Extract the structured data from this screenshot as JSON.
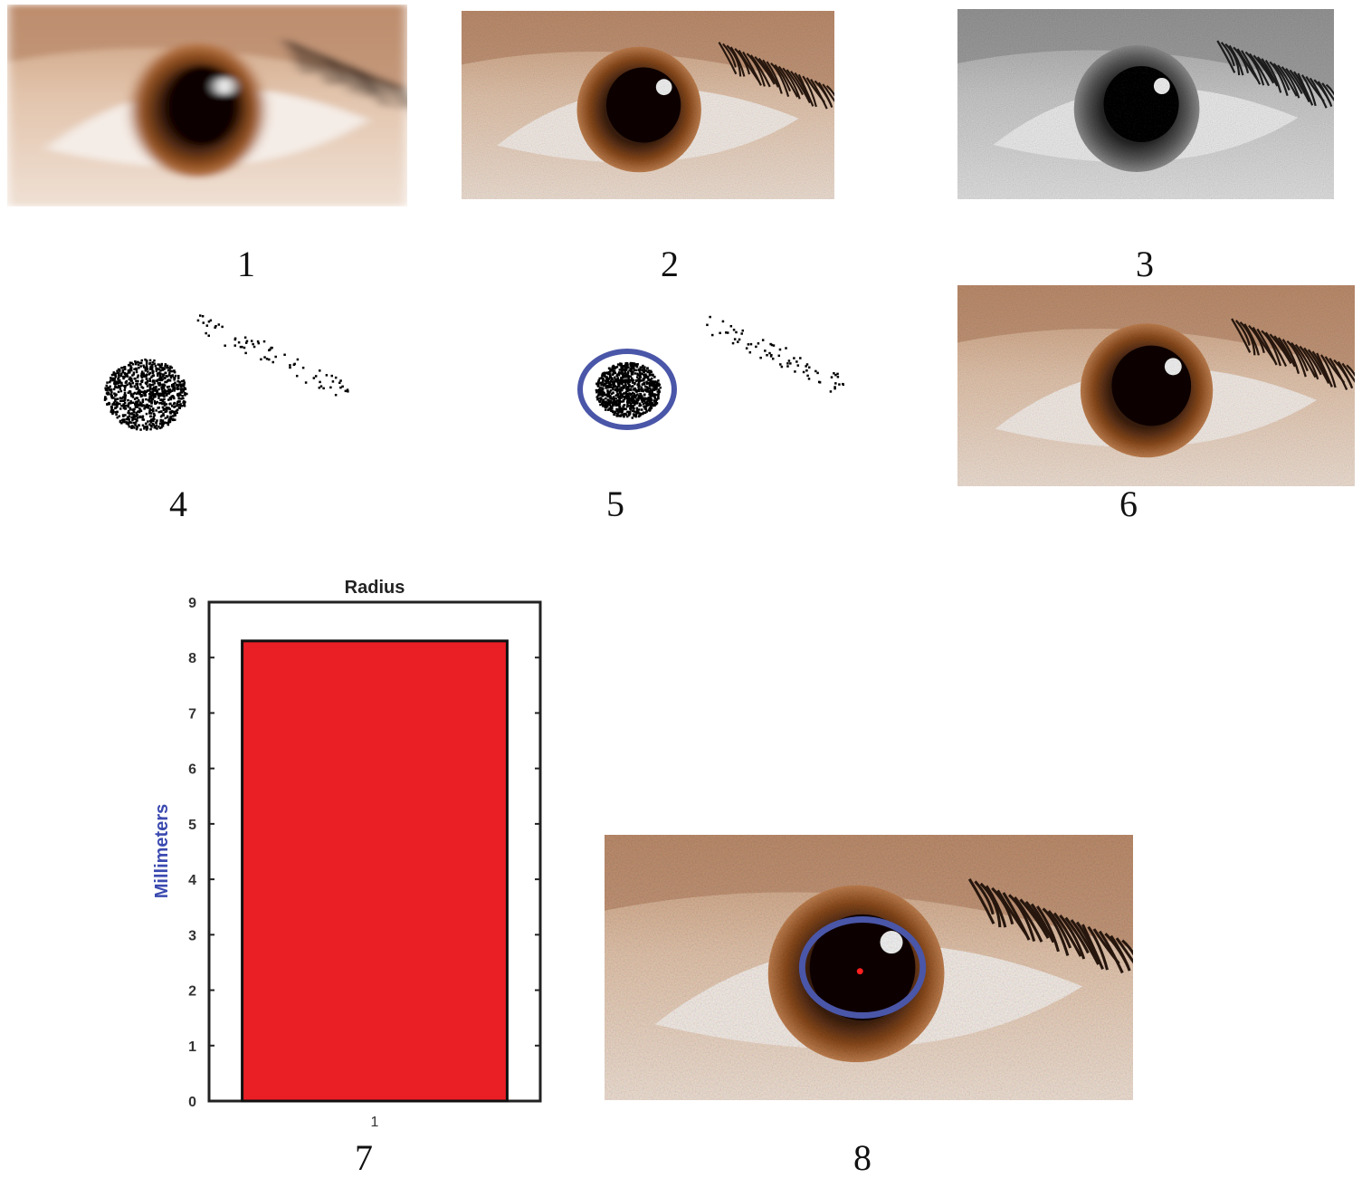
{
  "panels": [
    {
      "label": "1",
      "content": "blurred-color-eye"
    },
    {
      "label": "2",
      "content": "noisy-color-eye"
    },
    {
      "label": "3",
      "content": "noisy-grayscale-eye"
    },
    {
      "label": "4",
      "content": "binary-thresholded-points"
    },
    {
      "label": "5",
      "content": "binary-points-with-detected-circle"
    },
    {
      "label": "6",
      "content": "restored-color-eye"
    },
    {
      "label": "7",
      "content": "radius-bar-chart"
    },
    {
      "label": "8",
      "content": "eye-with-detected-pupil-circle"
    }
  ],
  "colors": {
    "circle": "#4a56a8",
    "bar": "#ea1f25",
    "ylabel": "#3b4ab0",
    "center_mark": "#ff2020"
  },
  "chart_data": {
    "type": "bar",
    "title": "Radius",
    "xlabel": "",
    "ylabel": "Millimeters",
    "categories": [
      "1"
    ],
    "values": [
      8.3
    ],
    "ylim": [
      0,
      9
    ],
    "yticks": [
      "0",
      "1",
      "2",
      "3",
      "4",
      "5",
      "6",
      "7",
      "8",
      "9"
    ],
    "grid": false
  }
}
